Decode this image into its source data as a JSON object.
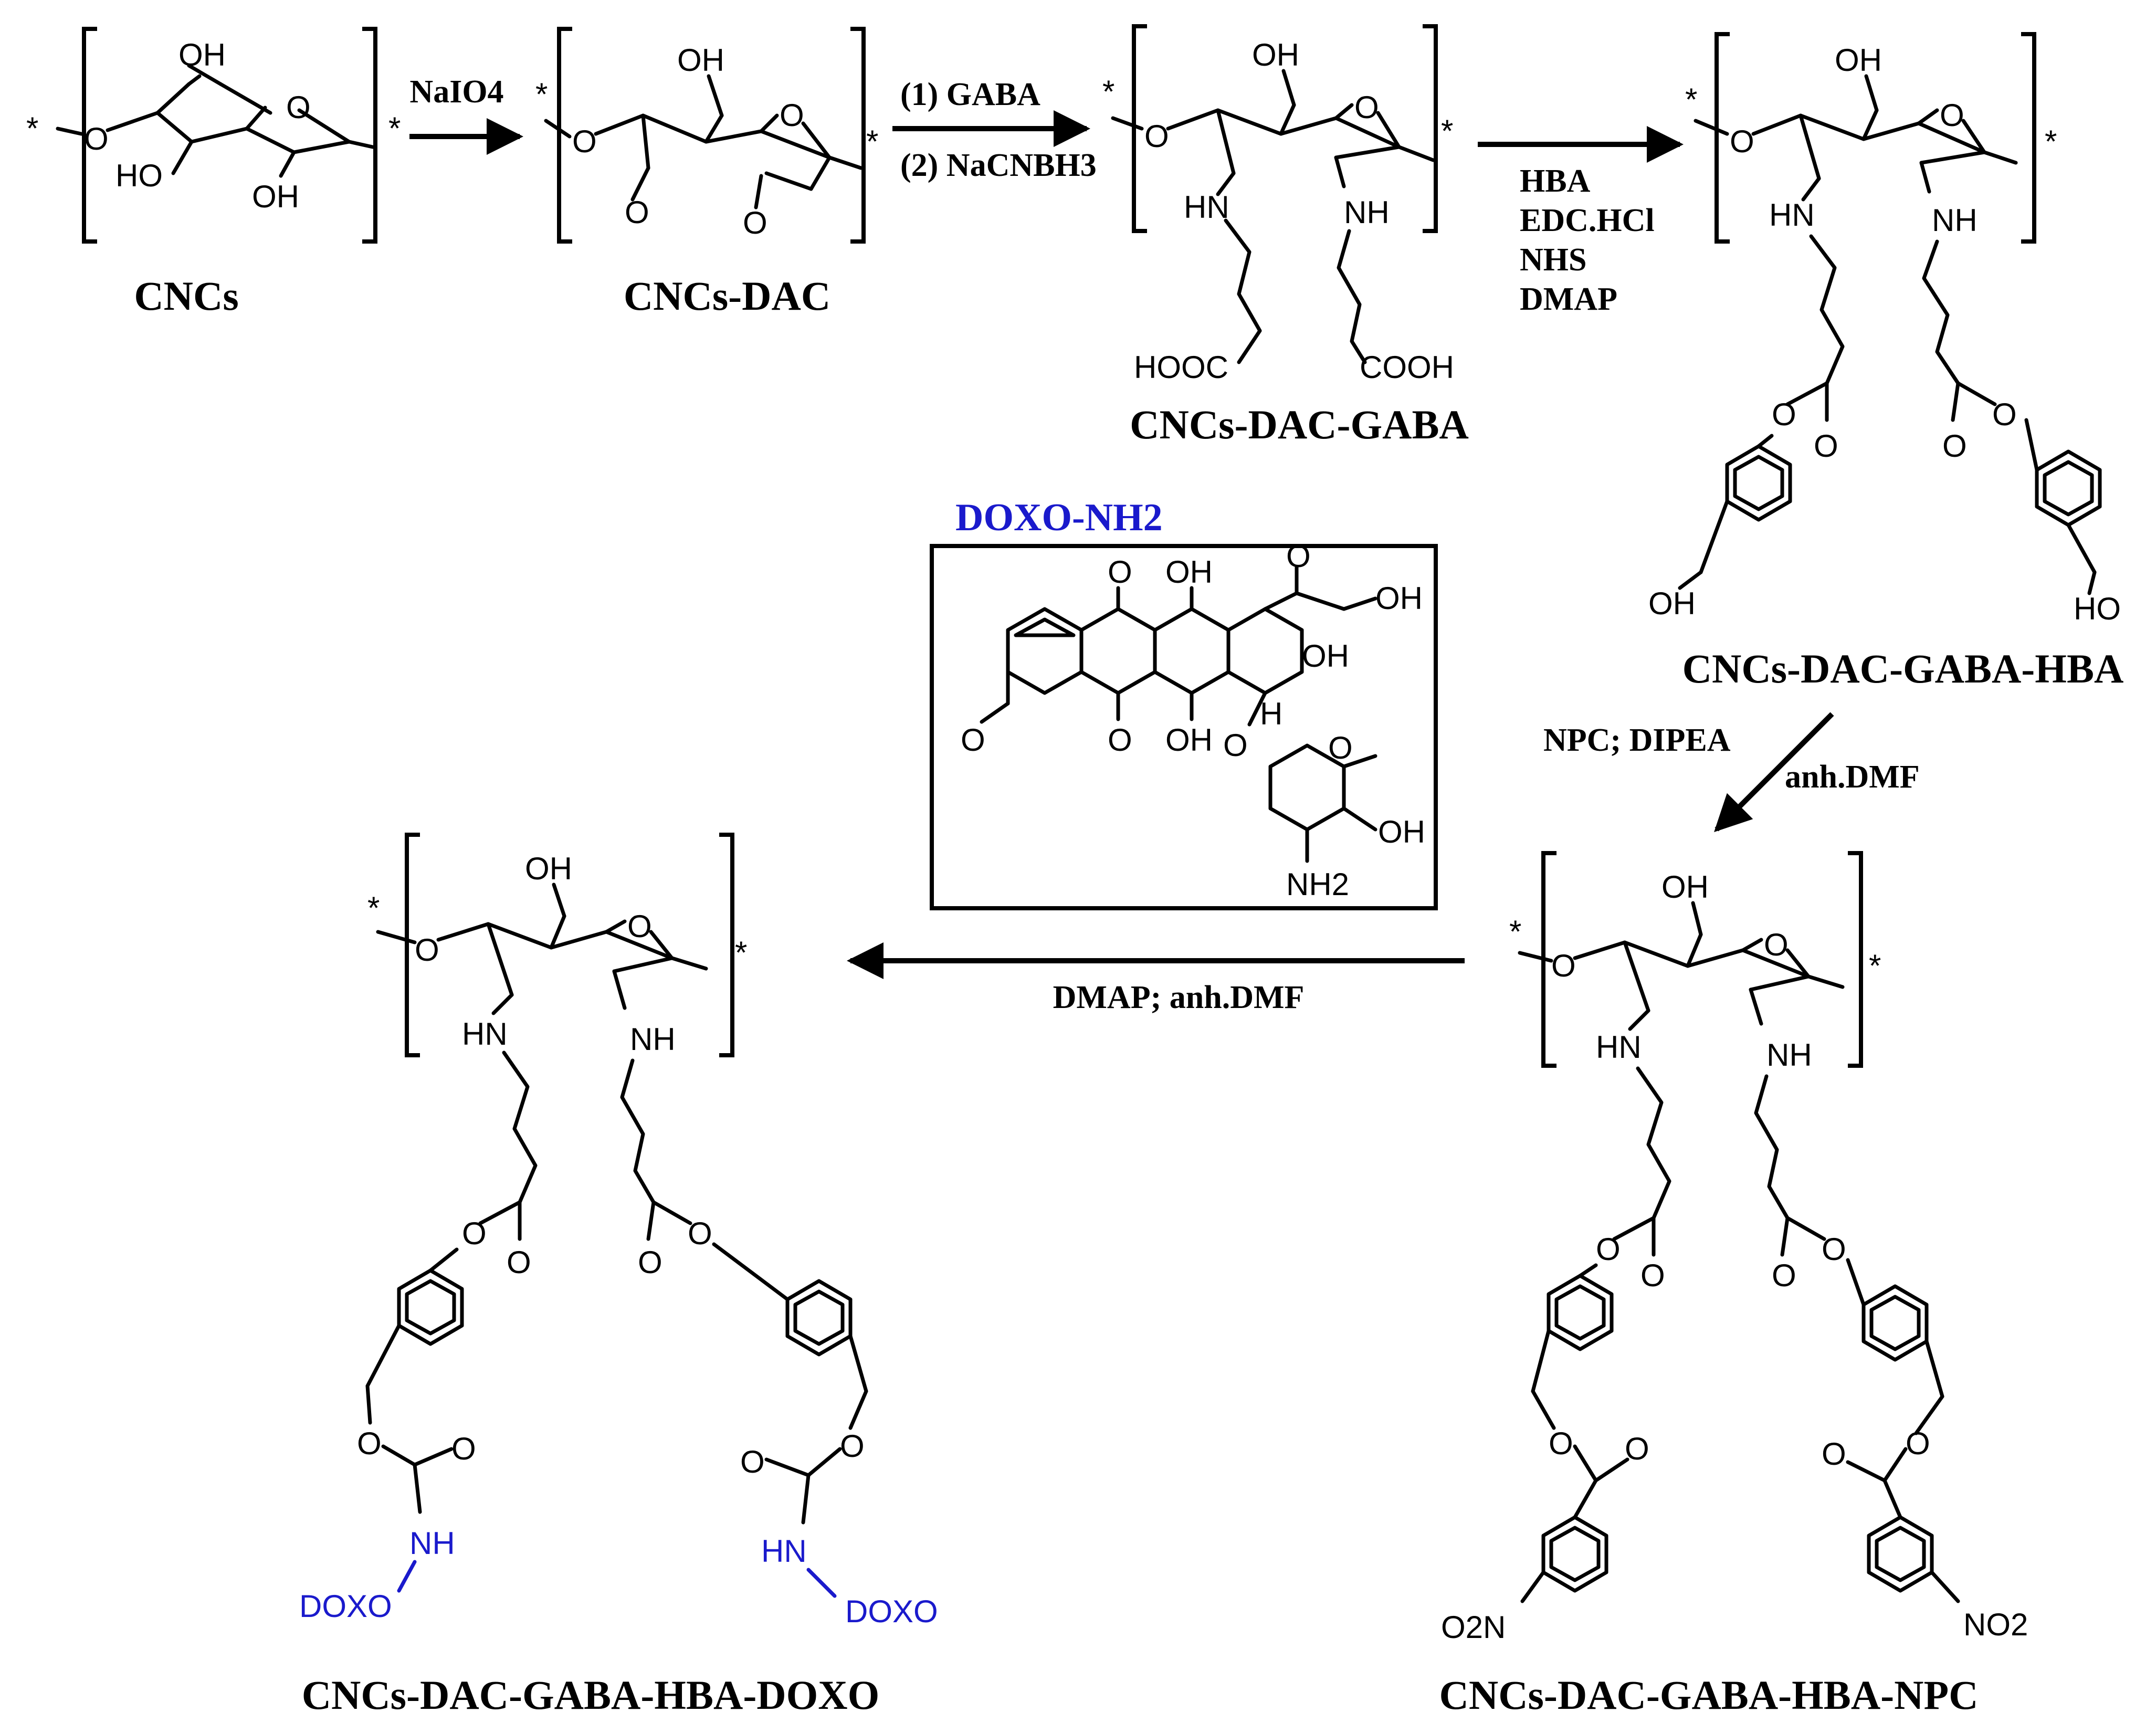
{
  "title": "",
  "compounds": {
    "cncs": "CNCs",
    "cncs_dac": "CNCs-DAC",
    "cncs_dac_gaba": "CNCs-DAC-GABA",
    "cncs_dac_gaba_hba": "CNCs-DAC-GABA-HBA",
    "cncs_dac_gaba_hba_npc": "CNCs-DAC-GABA-HBA-NPC",
    "cncs_dac_gaba_hba_doxo": "CNCs-DAC-GABA-HBA-DOXO"
  },
  "reagents": {
    "step1": "NaIO4",
    "step2_a": "(1) GABA",
    "step2_b": "(2) NaCNBH3",
    "step3": [
      "HBA",
      "EDC.HCl",
      "NHS",
      "DMAP"
    ],
    "step4_a": "NPC; DIPEA",
    "step4_b": "anh.DMF",
    "step5": "DMAP; anh.DMF"
  },
  "drug_box": {
    "label": "DOXO-NH2"
  },
  "atoms": {
    "OH": "OH",
    "HO": "HO",
    "O": "O",
    "NH": "NH",
    "HN": "HN",
    "HOOC": "HOOC",
    "COOH": "COOH",
    "NO2": "NO2",
    "O2N": "O2N",
    "DOXO": "DOXO",
    "NH2": "NH2",
    "H": "H",
    "star": "*"
  },
  "colors": {
    "drug_label": "#1a1acc",
    "bonds": "#000000"
  }
}
